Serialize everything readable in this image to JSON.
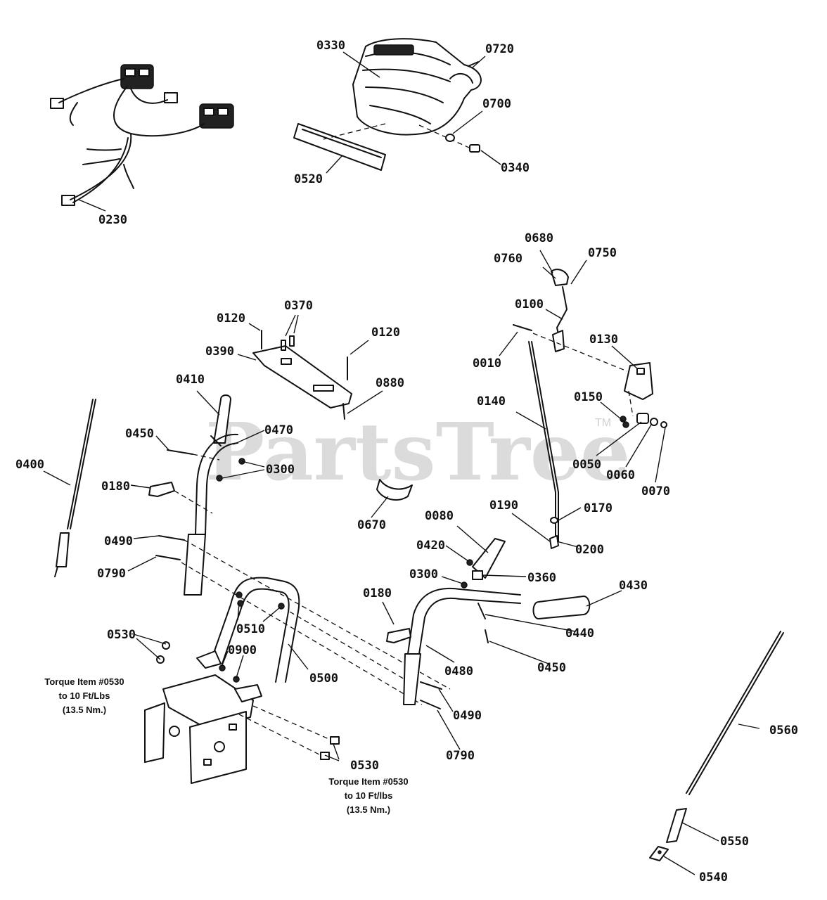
{
  "watermark": {
    "brand": "PartsTree",
    "trademark": "TM"
  },
  "parts": {
    "p0330": "0330",
    "p0720": "0720",
    "p0700": "0700",
    "p0340": "0340",
    "p0520": "0520",
    "p0230": "0230",
    "p0680": "0680",
    "p0760": "0760",
    "p0750": "0750",
    "p0100": "0100",
    "p0010": "0010",
    "p0130": "0130",
    "p0140": "0140",
    "p0150": "0150",
    "p0050": "0050",
    "p0060": "0060",
    "p0070": "0070",
    "p0190": "0190",
    "p0170": "0170",
    "p0200": "0200",
    "p0120a": "0120",
    "p0370": "0370",
    "p0120b": "0120",
    "p0390": "0390",
    "p0880": "0880",
    "p0410": "0410",
    "p0470": "0470",
    "p0450a": "0450",
    "p0300a": "0300",
    "p0400": "0400",
    "p0180a": "0180",
    "p0670": "0670",
    "p0490a": "0490",
    "p0790a": "0790",
    "p0080": "0080",
    "p0420": "0420",
    "p0300b": "0300",
    "p0360": "0360",
    "p0430": "0430",
    "p0180b": "0180",
    "p0440": "0440",
    "p0510": "0510",
    "p0530a": "0530",
    "p0900": "0900",
    "p0480": "0480",
    "p0450b": "0450",
    "p0500": "0500",
    "p0490b": "0490",
    "p0790b": "0790",
    "p0530b": "0530",
    "p0560": "0560",
    "p0550": "0550",
    "p0540": "0540"
  },
  "notes": {
    "left": {
      "line1": "Torque Item #0530",
      "line2": "to 10 Ft/Lbs",
      "line3": "(13.5 Nm.)"
    },
    "right": {
      "line1": "Torque Item #0530",
      "line2": "to 10 Ft/lbs",
      "line3": "(13.5 Nm.)"
    }
  }
}
